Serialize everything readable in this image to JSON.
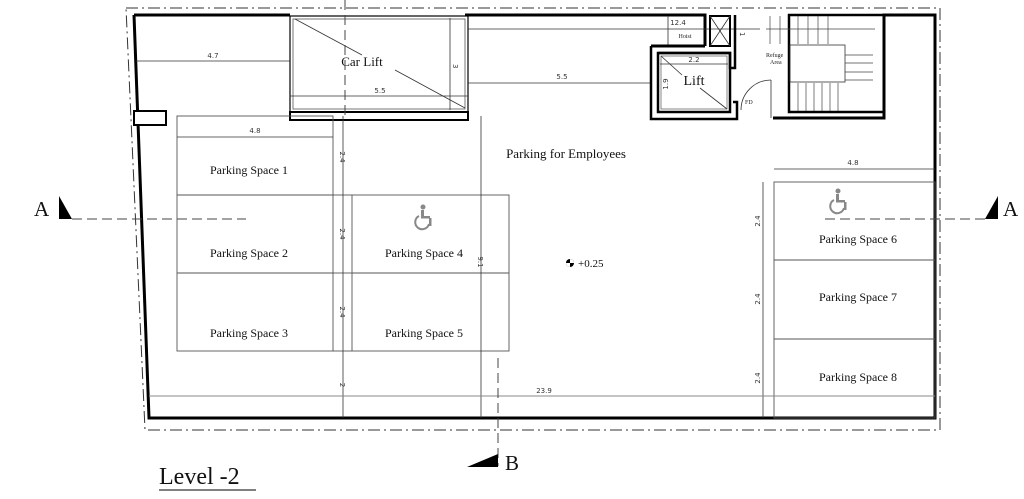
{
  "drawing": {
    "title": "Level -2",
    "area_label": "Parking for Employees",
    "level_marker": "+0.25",
    "colors": {
      "line": "#000000",
      "grey_line": "#555555",
      "accessible_icon": "#888888",
      "background": "#ffffff"
    }
  },
  "rooms": {
    "car_lift": "Car Lift",
    "lift": "Lift",
    "hoist": "Hoist",
    "refuge_line1": "Refuge",
    "refuge_line2": "Area",
    "fire_door": "FD"
  },
  "parking_spaces": [
    {
      "label": "Parking Space 1",
      "accessible": false
    },
    {
      "label": "Parking Space 2",
      "accessible": false
    },
    {
      "label": "Parking Space 3",
      "accessible": false
    },
    {
      "label": "Parking Space 4",
      "accessible": true
    },
    {
      "label": "Parking Space 5",
      "accessible": false
    },
    {
      "label": "Parking Space 6",
      "accessible": true
    },
    {
      "label": "Parking Space 7",
      "accessible": false
    },
    {
      "label": "Parking Space 8",
      "accessible": false
    }
  ],
  "dimensions": {
    "left_offset": "4.7",
    "car_lift_width": "5.5",
    "car_lift_depth": "3",
    "corridor_to_lift": "5.5",
    "hoist_run": "12.4",
    "lift_width": "2.2",
    "lift_depth": "1.9",
    "stair_small": "1",
    "bay_left_width": "4.8",
    "bay_right_width": "4.8",
    "bay_depth": "2.4",
    "aisle_gap": "2",
    "overall_length": "23.9",
    "ramp_depth": "9.1"
  },
  "section_markers": {
    "left": "A",
    "right": "A",
    "bottom": "B"
  }
}
